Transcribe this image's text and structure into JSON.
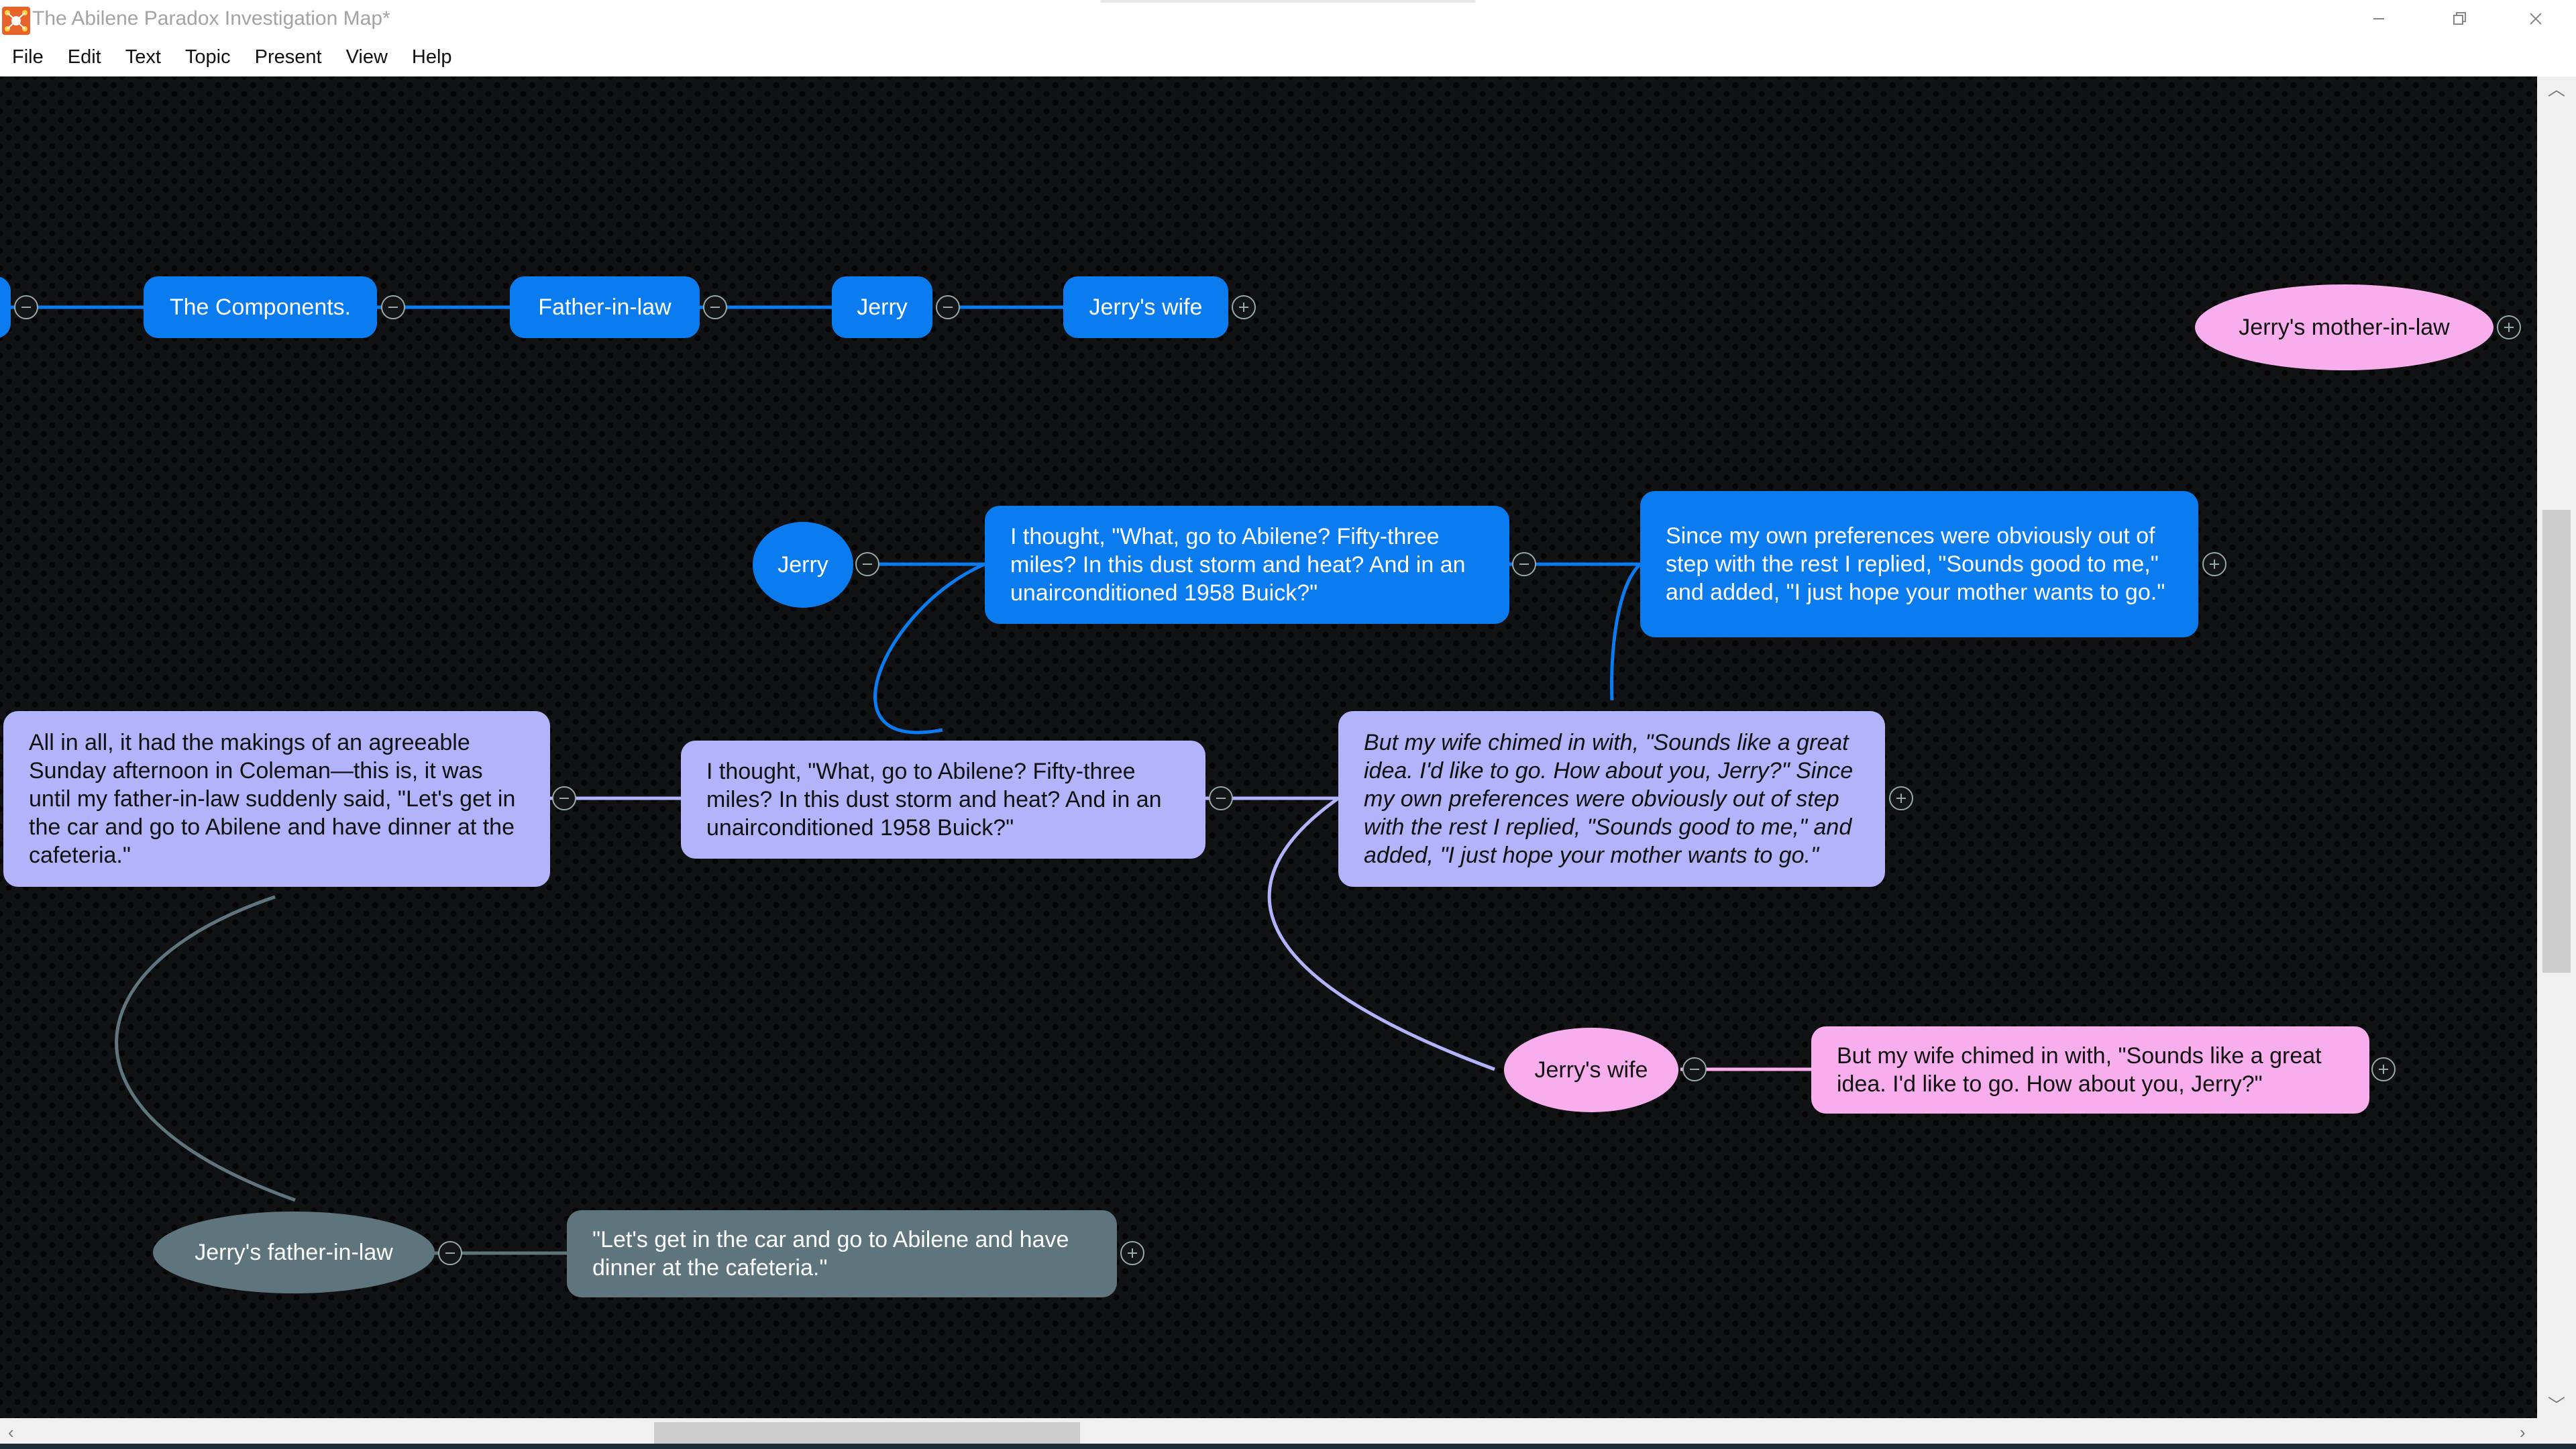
{
  "window": {
    "title": "The Abilene Paradox Investigation Map*"
  },
  "menu": [
    "File",
    "Edit",
    "Text",
    "Topic",
    "Present",
    "View",
    "Help"
  ],
  "colors": {
    "canvas": "#111214",
    "blue": "#0a7cf0",
    "lavender": "#b3b3fb",
    "pink": "#f8adec",
    "slate": "#5f757d"
  },
  "icons": {
    "app": "mindmap-app-icon",
    "minimize": "minimize-icon",
    "restore": "restore-icon",
    "close": "close-icon",
    "collapse": "collapse-minus-icon",
    "expand": "expand-plus-icon"
  },
  "nodes": {
    "components": "The Components.",
    "father_in_law": "Father-in-law",
    "jerry_top": "Jerry",
    "jerrys_wife_top": "Jerry's wife",
    "mother_in_law": "Jerry's mother-in-law",
    "jerry": "Jerry",
    "jerry_thought": "I thought, \"What, go to Abilene? Fifty-three miles? In this dust storm and heat? And in an unairconditioned 1958 Buick?\"",
    "jerry_reply": "Since my own preferences were obviously out of step with the rest I replied, \"Sounds good to me,\" and added, \"I just hope your mother wants to go.\"",
    "summary": "All in all, it had the makings of an agreeable Sunday afternoon in Coleman—this is, it was until my father-in-law suddenly said, \"Let's get in the car and go to Abilene and have dinner at the cafeteria.\"",
    "thought_copy": "I thought, \"What, go to Abilene? Fifty-three miles? In this dust storm and heat? And in an unairconditioned 1958 Buick?\"",
    "wife_quote_long": "But my wife chimed in with, \"Sounds like a great idea. I'd like to go. How about you, Jerry?\" Since my own preferences were obviously out of step with the rest I replied, \"Sounds good to me,\" and added, \"I just hope your mother wants to go.\"",
    "jerrys_wife": "Jerry's wife",
    "wife_quote": "But my wife chimed in with, \"Sounds like a great idea. I'd like to go. How about you, Jerry?\"",
    "jerrys_father_in_law": "Jerry's father-in-law",
    "father_quote": "\"Let's get in the car and go to Abilene and have dinner at the cafeteria.\""
  }
}
